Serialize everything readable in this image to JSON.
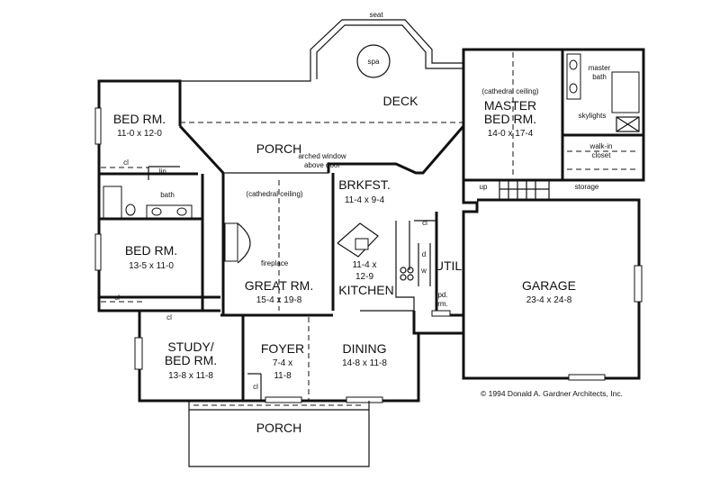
{
  "rooms": {
    "bed1": {
      "name": "BED RM.",
      "dim": "11-0 x 12-0"
    },
    "bed2": {
      "name": "BED RM.",
      "dim": "13-5 x 11-0"
    },
    "master": {
      "note": "(cathedral ceiling)",
      "name1": "MASTER",
      "name2": "BED RM.",
      "dim": "14-0 x 17-4"
    },
    "master_bath": {
      "l1": "master",
      "l2": "bath"
    },
    "skylights": "skylights",
    "walkin": {
      "l1": "walk-in",
      "l2": "closet"
    },
    "deck": "DECK",
    "porch_rear": "PORCH",
    "arched": {
      "l1": "arched window",
      "l2": "above door"
    },
    "brkfst": {
      "name": "BRKFST.",
      "dim": "11-4 x 9-4"
    },
    "great": {
      "note": "(cathedral ceiling)",
      "name": "GREAT RM.",
      "dim": "15-4 x 19-8"
    },
    "fireplace": "fireplace",
    "kitchen": {
      "name": "KITCHEN",
      "dim1": "11-4 x",
      "dim2": "12-9"
    },
    "util": "UTIL.",
    "garage": {
      "name": "GARAGE",
      "dim": "23-4 x 24-8"
    },
    "study": {
      "l1": "STUDY/",
      "l2": "BED RM.",
      "dim": "13-8 x 11-8"
    },
    "foyer": {
      "name": "FOYER",
      "dim1": "7-4 x",
      "dim2": "11-8"
    },
    "dining": {
      "name": "DINING",
      "dim": "14-8 x 11-8"
    },
    "porch_front": "PORCH",
    "pdrm": {
      "l1": "pd.",
      "l2": "rm."
    },
    "storage": "storage",
    "up": "up",
    "bath": "bath",
    "lin": "lin.",
    "spa": "spa",
    "seat": "seat",
    "cl": "cl",
    "d": "d",
    "w": "w"
  },
  "copyright": "© 1994 Donald A. Gardner Architects, Inc."
}
